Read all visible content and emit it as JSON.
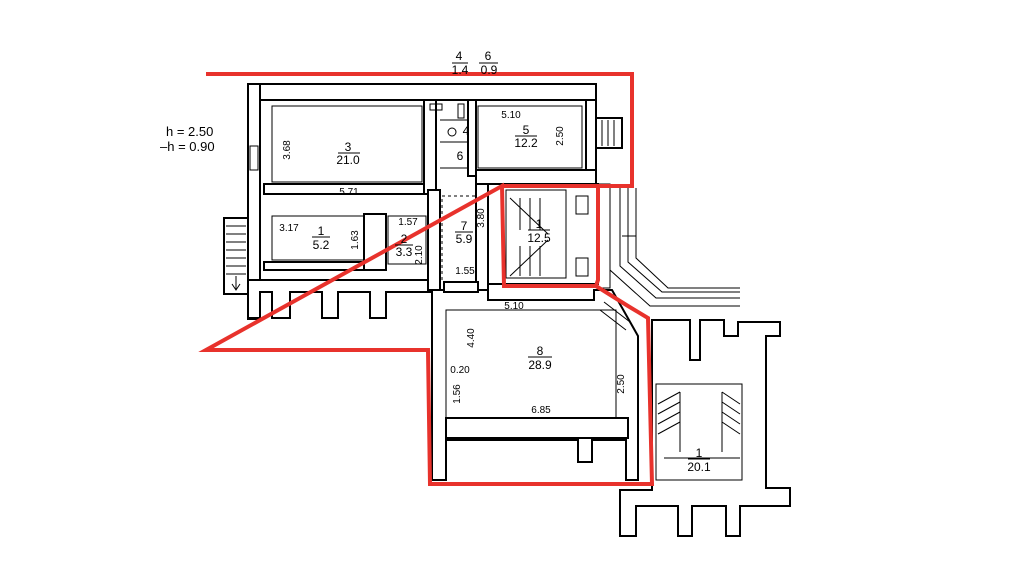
{
  "header": {
    "top_num_a": "4",
    "top_den_a": "1.4",
    "top_num_b": "6",
    "top_den_b": "0.9"
  },
  "heights": {
    "h": "h  =  2.50",
    "neg_h": "–h  =  0.90"
  },
  "rooms": {
    "r1": {
      "num": "1",
      "area": "5.2"
    },
    "r2": {
      "num": "2",
      "area": "3.3"
    },
    "r3": {
      "num": "3",
      "area": "21.0"
    },
    "r4": {
      "num": "4"
    },
    "r5": {
      "num": "5",
      "area": "12.2"
    },
    "r6": {
      "num": "6"
    },
    "r7": {
      "num": "7",
      "area": "5.9"
    },
    "r8": {
      "num": "8",
      "area": "28.9"
    },
    "stair": {
      "num": "1",
      "area": "12.5"
    },
    "right": {
      "num": "1",
      "area": "20.1"
    }
  },
  "dims": {
    "d368": "3.68",
    "d571": "5.71",
    "d510a": "5.10",
    "d250a": "2.50",
    "d317": "3.17",
    "d163": "1.63",
    "d157": "1.57",
    "d210": "2.10",
    "d380": "3.80",
    "d155": "1.55",
    "d510b": "5.10",
    "d440": "4.40",
    "d020": "0.20",
    "d156": "1.56",
    "d685": "6.85",
    "d250b": "2.50"
  },
  "colors": {
    "highlight": "#e8322c",
    "wall": "#000000"
  }
}
